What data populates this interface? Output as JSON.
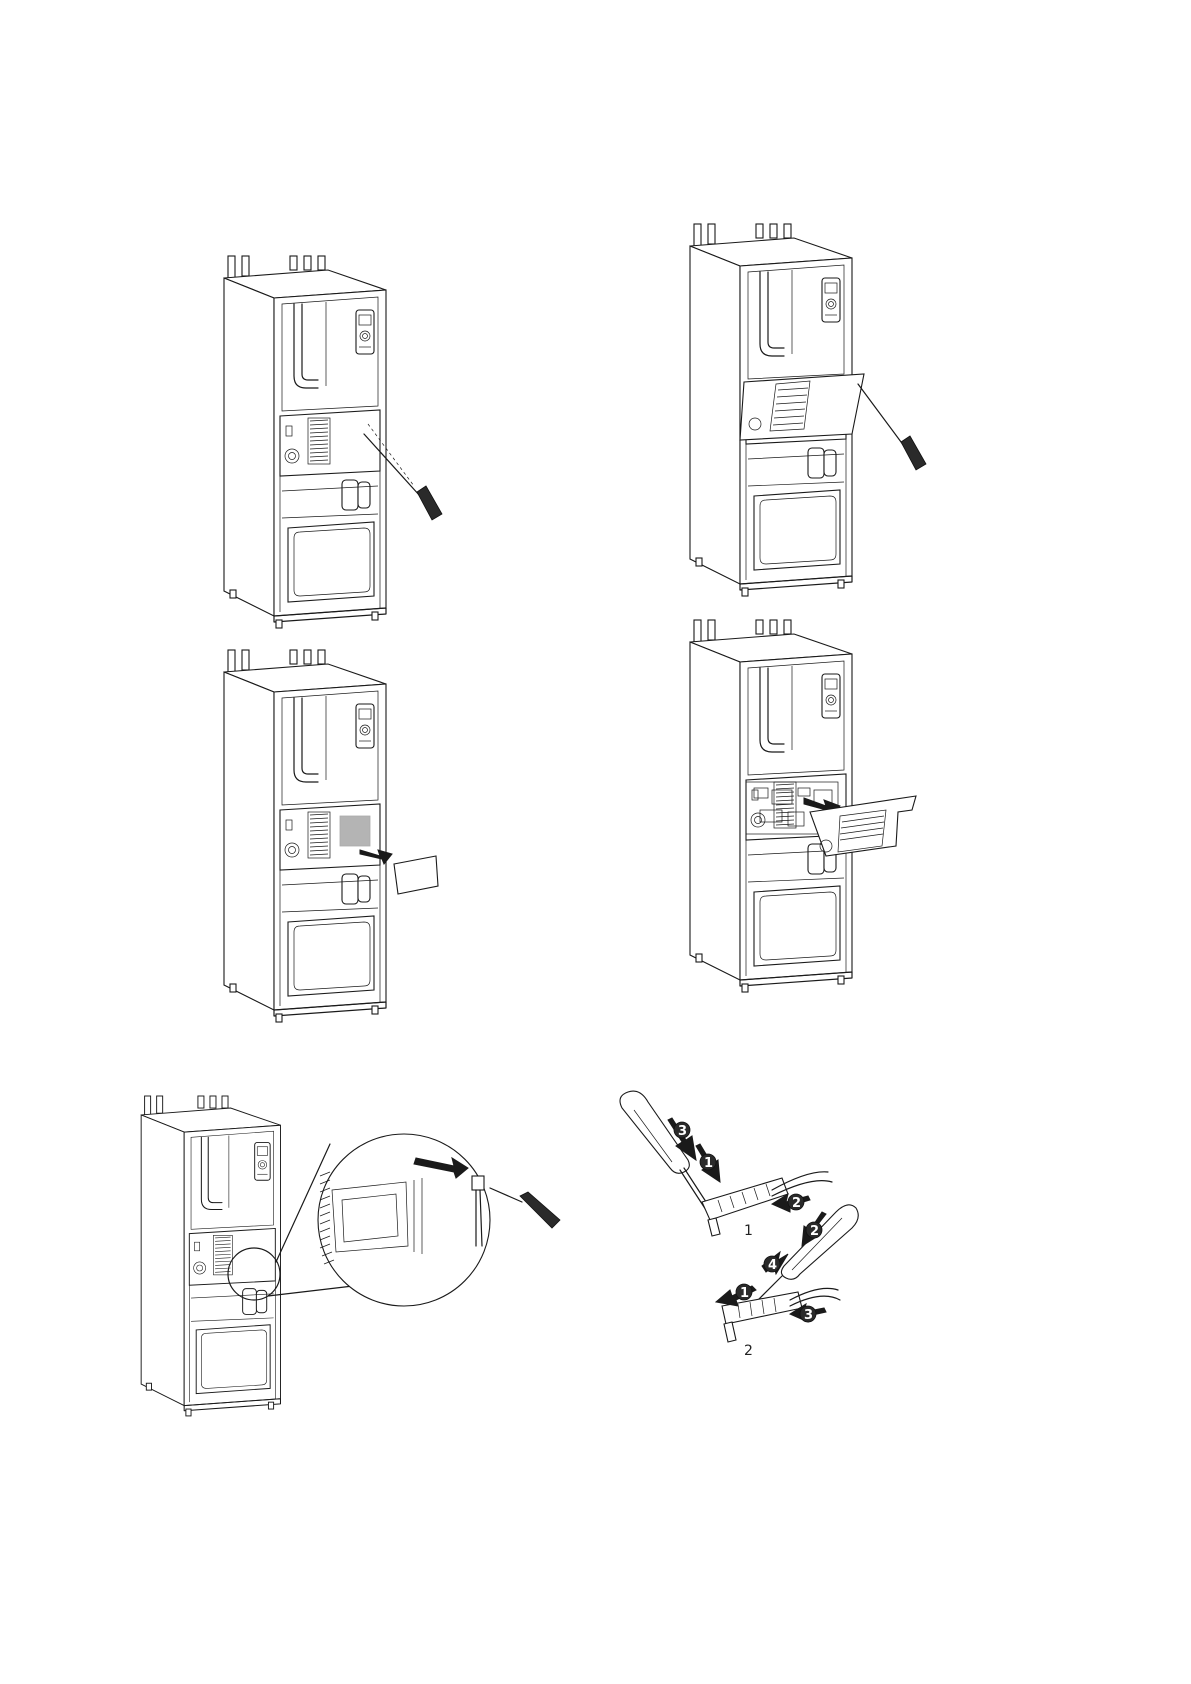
{
  "page": {
    "background": "#ffffff",
    "line_color": "#1a1a1a"
  },
  "figures": [
    {
      "step": "remove-screws",
      "icon": "heat-pump-unit-screwdriver-icon"
    },
    {
      "step": "tilt-cover",
      "icon": "heat-pump-unit-tilted-cover-icon"
    },
    {
      "step": "remove-small-cover",
      "icon": "heat-pump-unit-small-cover-removed-icon"
    },
    {
      "step": "remove-large-cover",
      "icon": "heat-pump-unit-large-cover-removed-icon"
    },
    {
      "step": "detail-connector",
      "icon": "heat-pump-unit-detail-connector-icon"
    },
    {
      "step": "terminal-connection",
      "icon": "terminal-screwdriver-steps-icon"
    }
  ],
  "terminal_diagram": {
    "step_labels": [
      "1",
      "2"
    ],
    "upper_arrows": [
      "3",
      "1",
      "2"
    ],
    "lower_arrows": [
      "2",
      "4",
      "1",
      "3"
    ]
  }
}
